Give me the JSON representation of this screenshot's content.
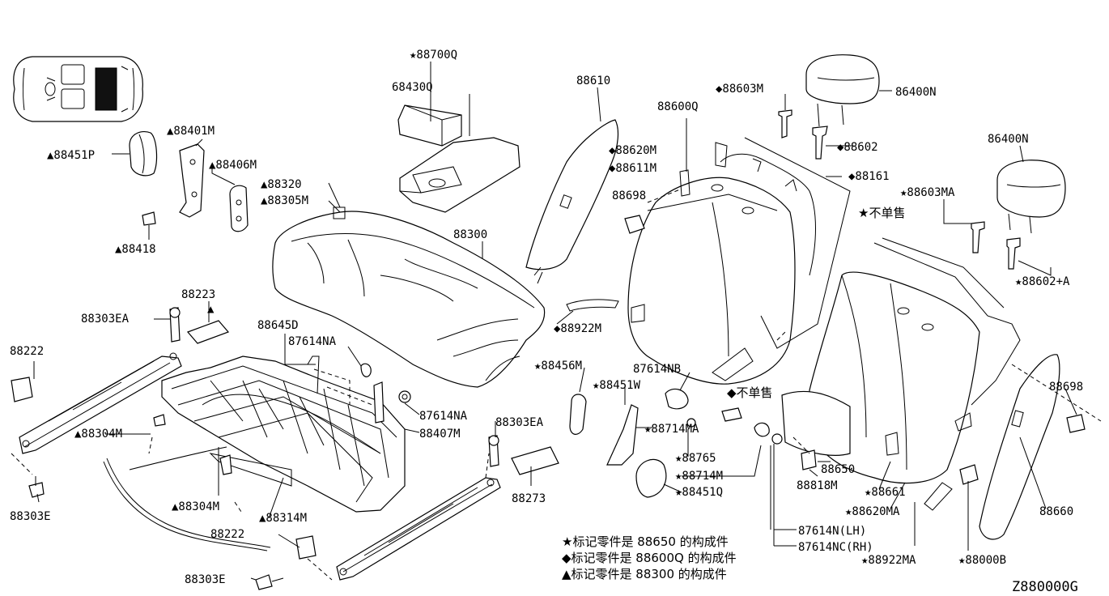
{
  "labels": {
    "p88700Q": "★88700Q",
    "p68430Q": "68430Q",
    "p88610": "88610",
    "p88600Q": "88600Q",
    "p88603M": "◆88603M",
    "p86400N_a": "86400N",
    "p86400N_b": "86400N",
    "p88620M": "◆88620M",
    "p88611M": "◆88611M",
    "p88602": "◆88602",
    "p88161": "◆88161",
    "p88698_a": "88698",
    "p88698_b": "88698",
    "p88603MA": "★88603MA",
    "p_notsold_a": "★不单售",
    "p_notsold_b": "◆不单售",
    "p88602A": "★88602+A",
    "p88401M": "▲88401M",
    "p88451P": "▲88451P",
    "p88406M": "▲88406M",
    "p88320": "▲88320",
    "p88305M": "▲88305M",
    "p88418": "▲88418",
    "p88300": "88300",
    "p88223": "88223",
    "p88223_mark": "▲",
    "p88303EA_a": "88303EA",
    "p88303EA_b": "88303EA",
    "p88222_a": "88222",
    "p88222_b": "88222",
    "p88645D": "88645D",
    "p87614NA_a": "87614NA",
    "p87614NA_b": "87614NA",
    "p88922M": "◆88922M",
    "p88456M": "★88456M",
    "p87614NB": "87614NB",
    "p88451W": "★88451W",
    "p88304M_a": "▲88304M",
    "p88304M_b": "▲88304M",
    "p88407M": "88407M",
    "p88714MA": "★88714MA",
    "p88765": "★88765",
    "p88714M": "★88714M",
    "p88451Q": "★88451Q",
    "p88650": "88650",
    "p88818M": "88818M",
    "p88661": "★88661",
    "p88620MA": "★88620MA",
    "p88660": "88660",
    "p88273": "88273",
    "p88314M": "▲88314M",
    "p88303E_a": "88303E",
    "p88303E_b": "88303E",
    "p87614N": "87614N(LH)",
    "p87614NC": "87614NC(RH)",
    "p88922MA": "★88922MA",
    "p88000B": "★88000B"
  },
  "notes": [
    "★标记零件是 88650 的构成件",
    "◆标记零件是 88600Q 的构成件",
    "▲标记零件是 88300 的构成件"
  ],
  "diagram_code": "Z880000G"
}
